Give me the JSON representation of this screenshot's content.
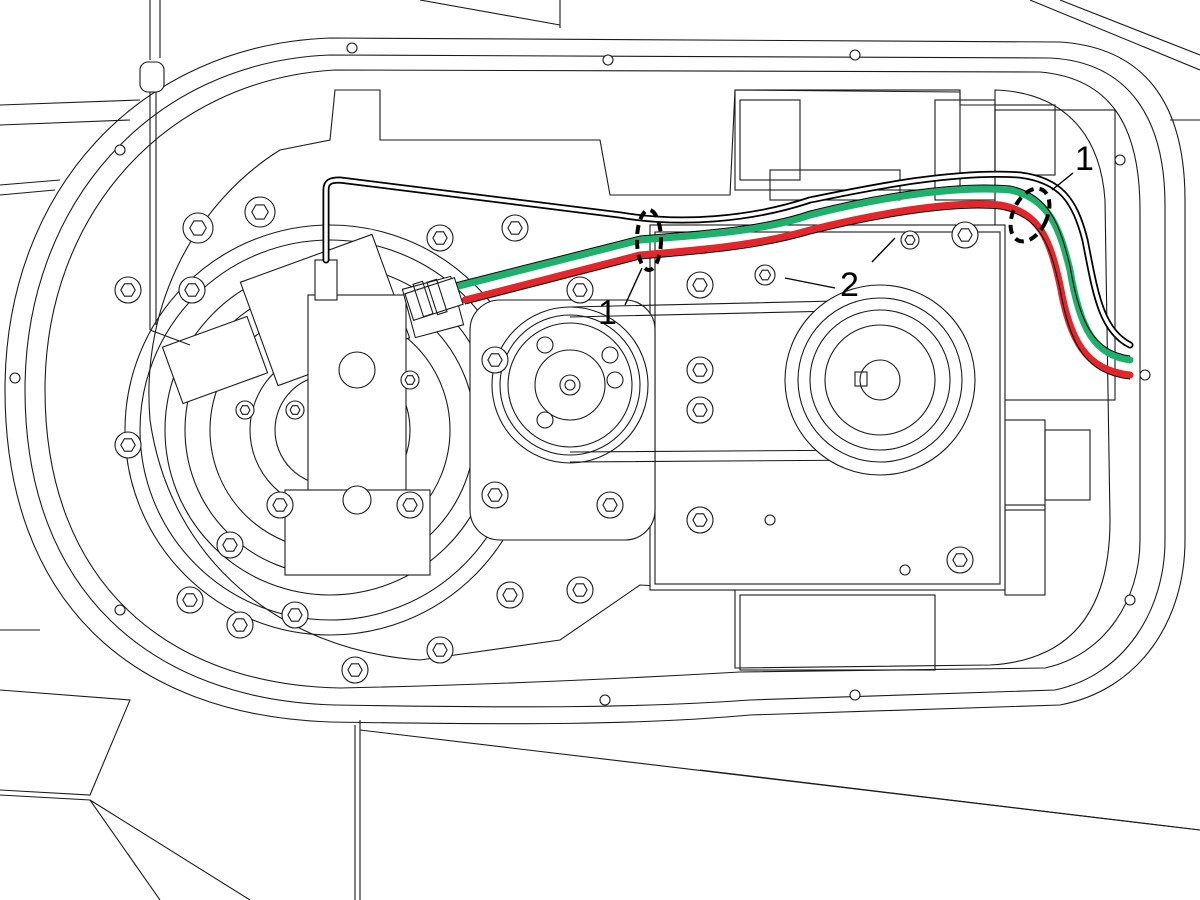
{
  "figure": {
    "callouts": [
      {
        "id": "c1-center",
        "label": "1"
      },
      {
        "id": "c1-right",
        "label": "1"
      },
      {
        "id": "c2",
        "label": "2"
      }
    ],
    "wires": [
      {
        "name": "black-tube",
        "color": "#000000"
      },
      {
        "name": "green-tube",
        "color": "#1fb06e"
      },
      {
        "name": "red-tube",
        "color": "#e3262a"
      }
    ],
    "icons": [
      "mounting-bolt-icon",
      "gear-icon",
      "pulley-icon",
      "antenna-icon"
    ]
  }
}
